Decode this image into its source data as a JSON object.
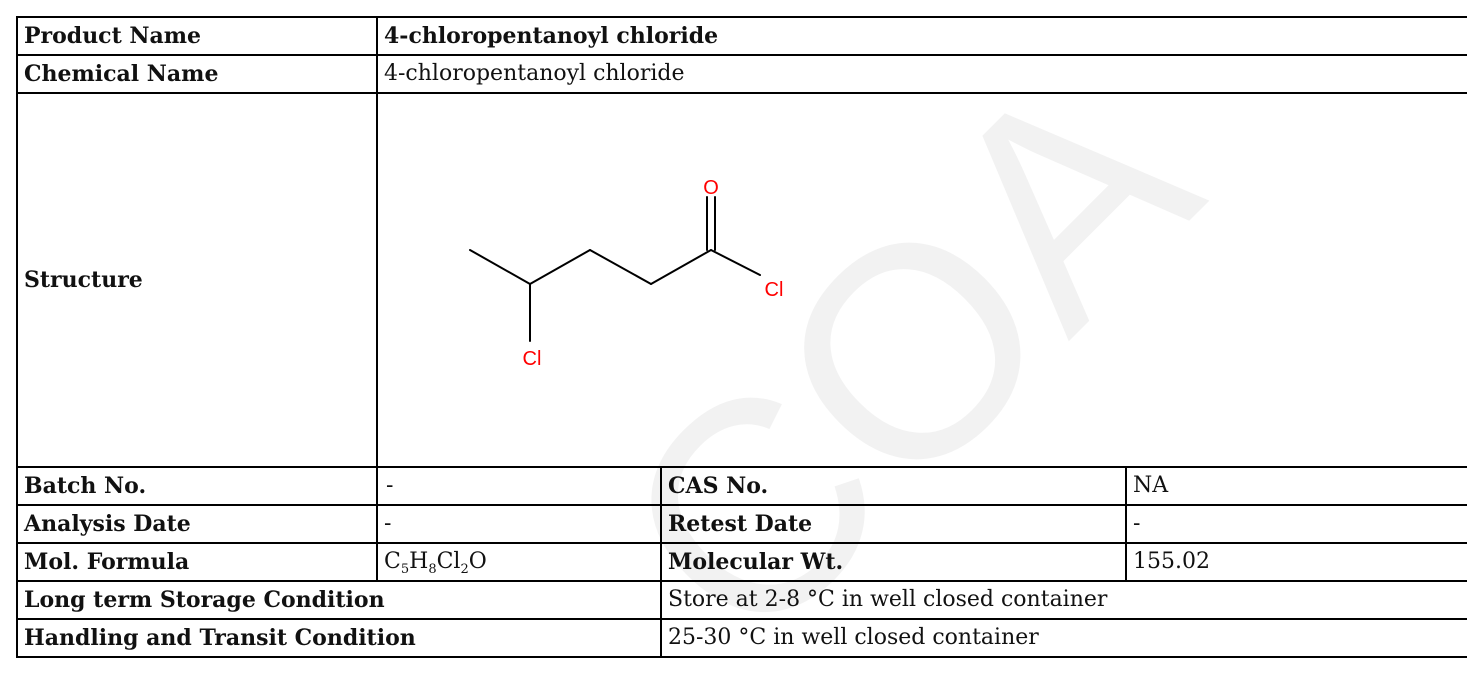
{
  "watermark_text": "COA",
  "rows": {
    "product_name": {
      "label": "Product Name",
      "value": "4-chloropentanoyl chloride"
    },
    "chemical_name": {
      "label": "Chemical Name",
      "value": "4-chloropentanoyl chloride"
    },
    "structure": {
      "label": "Structure",
      "atoms": {
        "oxygen": "O",
        "chlorine_acyl": "Cl",
        "chlorine_alkyl": "Cl"
      },
      "colors": {
        "bond": "#000000",
        "heteroatom": "#ff0000"
      }
    },
    "batch_no": {
      "label": "Batch No.",
      "value": "-"
    },
    "cas_no": {
      "label": "CAS No.",
      "value": "NA"
    },
    "analysis_date": {
      "label": "Analysis Date",
      "value": "-"
    },
    "retest_date": {
      "label": "Retest Date",
      "value": "-"
    },
    "mol_formula": {
      "label": "Mol. Formula",
      "formula_parts": [
        "C",
        "5",
        "H",
        "8",
        "Cl",
        "2",
        "O"
      ]
    },
    "molecular_wt": {
      "label": "Molecular Wt.",
      "value": "155.02"
    },
    "long_term_storage": {
      "label": "Long term Storage Condition",
      "value": "Store at 2-8 °C in well closed container"
    },
    "handling_transit": {
      "label": "Handling and Transit Condition",
      "value": "25-30 °C in well closed container"
    }
  }
}
